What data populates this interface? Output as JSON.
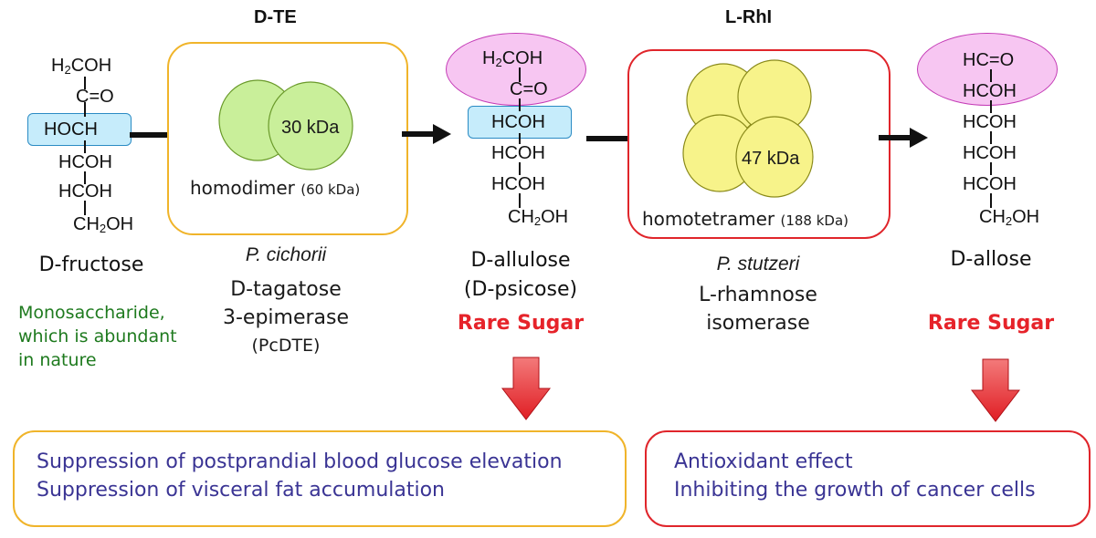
{
  "molecules": {
    "fructose": [
      "H2COH",
      "C=O",
      "HOCH",
      "HCOH",
      "HCOH",
      "CH2OH"
    ],
    "allulose": [
      "H2COH",
      "C=O",
      "HCOH",
      "HCOH",
      "HCOH",
      "CH2OH"
    ],
    "allose": [
      "HC=O",
      "HCOH",
      "HCOH",
      "HCOH",
      "HCOH",
      "CH2OH"
    ]
  },
  "fructose": {
    "name": "D-fructose",
    "note": [
      "Monosaccharide,",
      "which is abundant",
      "in nature"
    ]
  },
  "dte": {
    "title": "D-TE",
    "subunit": "30 kDa",
    "oligomer": "homodimer",
    "oligomer_mass": "(60 kDa)",
    "organism": "P. cichorii",
    "enzyme": [
      "D-tagatose",
      "3-epimerase",
      "(PcDTE)"
    ]
  },
  "allulose": {
    "name": [
      "D-allulose",
      "(D-psicose)"
    ],
    "tag": "Rare Sugar"
  },
  "rhi": {
    "title": "L-RhI",
    "subunit": "47 kDa",
    "oligomer": "homotetramer",
    "oligomer_mass": "(188 kDa)",
    "organism": "P. stutzeri",
    "enzyme": [
      "L-rhamnose",
      "isomerase"
    ]
  },
  "allose": {
    "name": "D-allose",
    "tag": "Rare Sugar"
  },
  "effects_left": [
    "Suppression of postprandial blood glucose elevation",
    "Suppression of visceral fat accumulation"
  ],
  "effects_right": [
    "Antioxidant effect",
    "Inhibiting the growth of cancer cells"
  ],
  "colors": {
    "dte_box": "#f0b42a",
    "rhi_box": "#e0252b",
    "dimer_fill": "#c9ef9a",
    "tetramer_fill": "#f7f38a",
    "rare_sugar": "#e6232a",
    "effect_text": "#3a3494",
    "note_green": "#1e7a1e"
  }
}
